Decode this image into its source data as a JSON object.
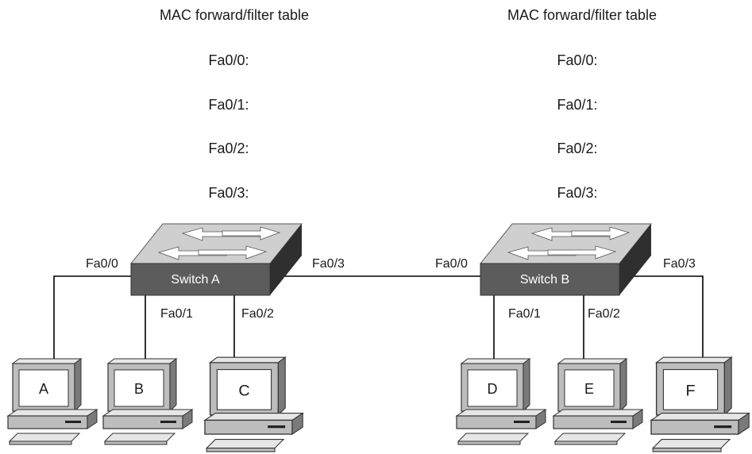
{
  "tables": [
    {
      "title": "MAC forward/filter table",
      "rows": [
        "Fa0/0:",
        "Fa0/1:",
        "Fa0/2:",
        "Fa0/3:"
      ]
    },
    {
      "title": "MAC forward/filter table",
      "rows": [
        "Fa0/0:",
        "Fa0/1:",
        "Fa0/2:",
        "Fa0/3:"
      ]
    }
  ],
  "switches": [
    {
      "label": "Switch A",
      "ports": {
        "left": "Fa0/0",
        "p1": "Fa0/1",
        "p2": "Fa0/2",
        "right": "Fa0/3"
      }
    },
    {
      "label": "Switch B",
      "ports": {
        "left": "Fa0/0",
        "p1": "Fa0/1",
        "p2": "Fa0/2",
        "right": "Fa0/3"
      }
    }
  ],
  "hosts": [
    "A",
    "B",
    "C",
    "D",
    "E",
    "F"
  ],
  "colors": {
    "switch_top": "#cfcfcf",
    "switch_front": "#5c5c5c",
    "switch_side": "#2f2f2f",
    "pc_light": "#e6e6e6",
    "pc_mid": "#bdbdbd",
    "pc_dark": "#7a7a7a"
  }
}
